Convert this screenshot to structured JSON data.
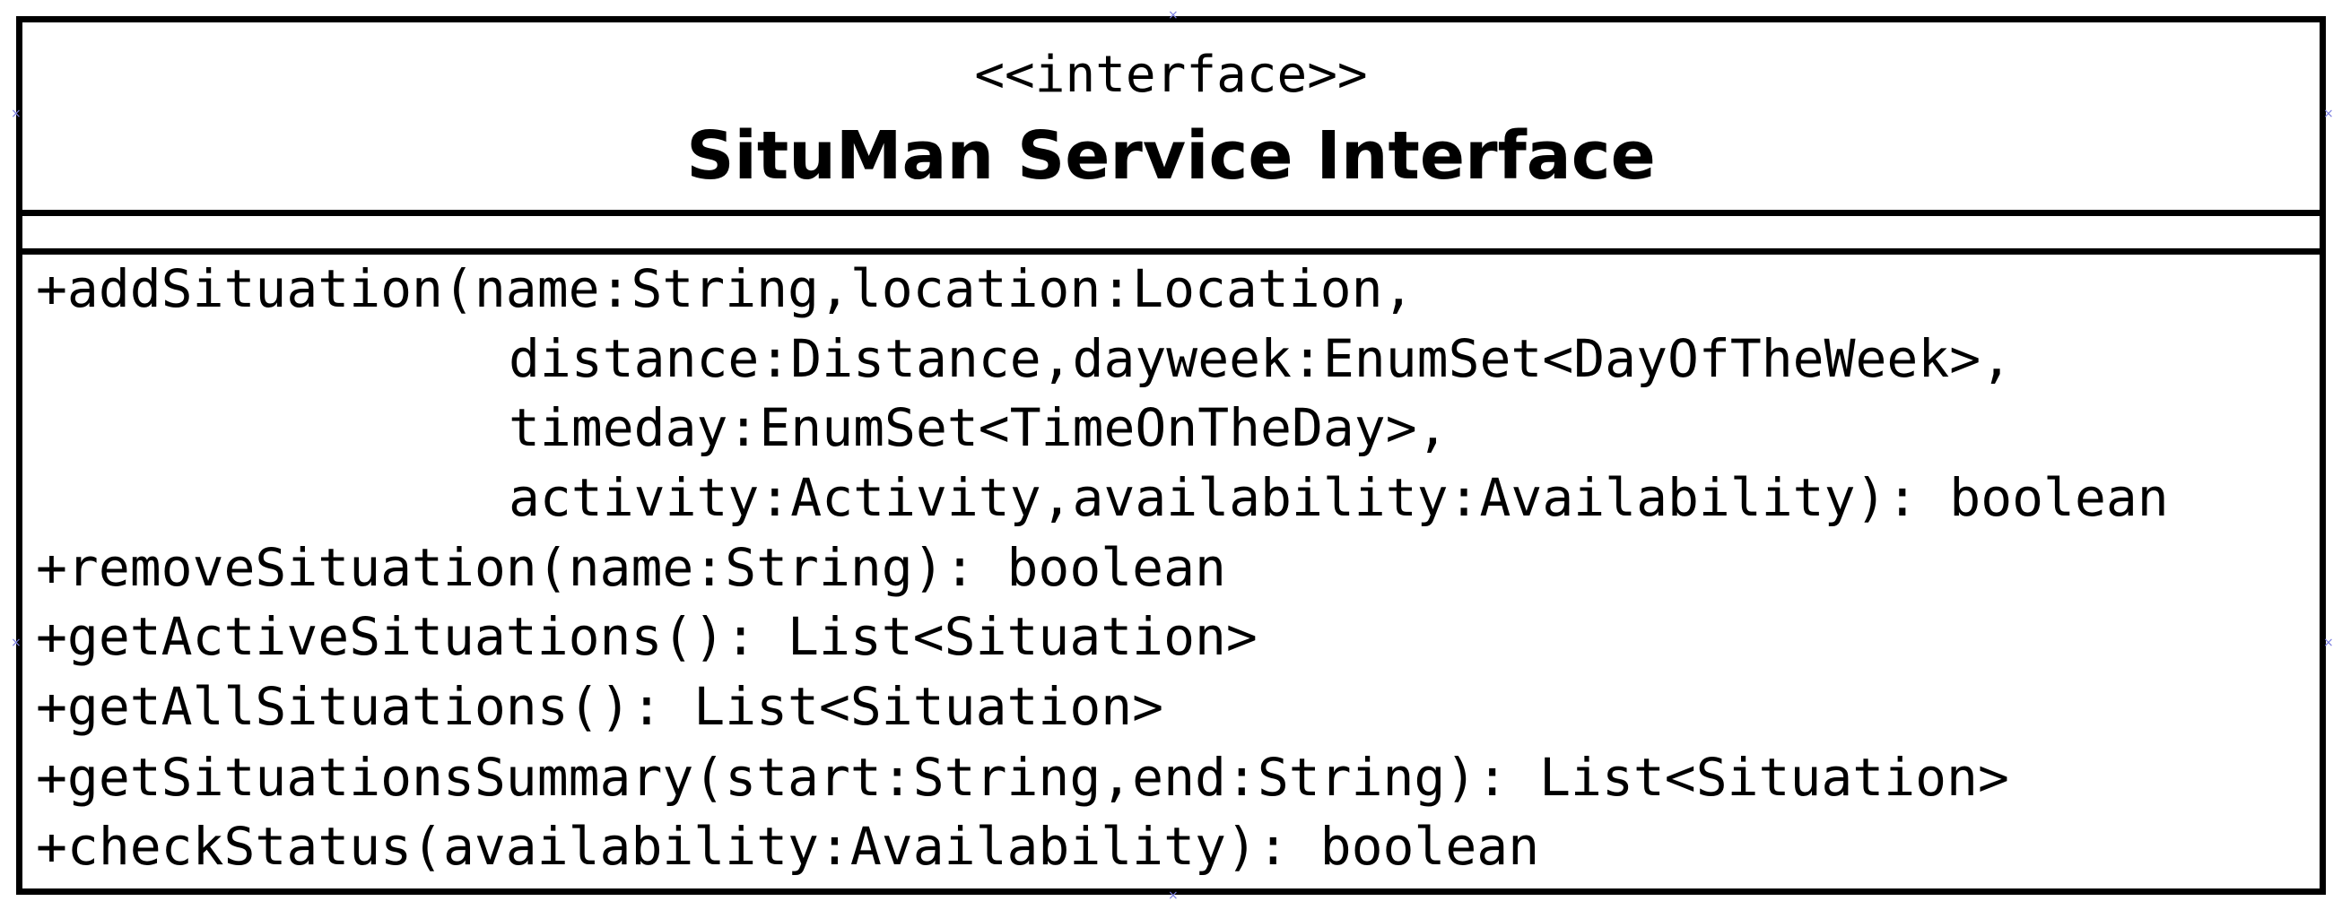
{
  "interface": {
    "stereotype": "<<interface>>",
    "name": "SituMan Service Interface",
    "attributes": [],
    "operations": [
      {
        "lines": [
          "+addSituation(name:String,location:Location,",
          "distance:Distance,dayweek:EnumSet<DayOfTheWeek>,",
          "timeday:EnumSet<TimeOnTheDay>,",
          "activity:Activity,availability:Availability): boolean"
        ]
      },
      {
        "lines": [
          "+removeSituation(name:String): boolean"
        ]
      },
      {
        "lines": [
          "+getActiveSituations(): List<Situation>"
        ]
      },
      {
        "lines": [
          "+getAllSituations(): List<Situation>"
        ]
      },
      {
        "lines": [
          "+getSituationsSummary(start:String,end:String): List<Situation>"
        ]
      },
      {
        "lines": [
          "+checkStatus(availability:Availability): boolean"
        ]
      }
    ]
  },
  "colors": {
    "border": "#000000",
    "text": "#000000",
    "selection_handle": "#7b7fe0"
  }
}
